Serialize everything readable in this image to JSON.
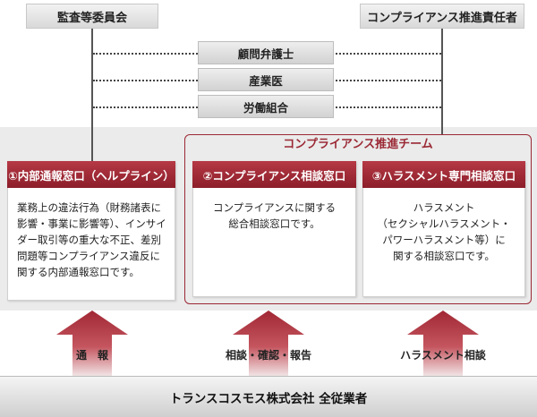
{
  "top": {
    "audit_committee": "監査等委員会",
    "compliance_officer": "コンプライアンス推進責任者"
  },
  "advisors": [
    "顧問弁護士",
    "産業医",
    "労働組合"
  ],
  "team_title": "コンプライアンス推進チーム",
  "windows": [
    {
      "title": "①内部通報窓口（ヘルプライン）",
      "body": "業務上の違法行為（財務諸表に影響・事業に影響等）、インサイダー取引等の重大な不正、差別問題等コンプライアンス違反に関する内部通報窓口です。"
    },
    {
      "title": "②コンプライアンス相談窓口",
      "body": "コンプライアンスに関する\n総合相談窓口です。"
    },
    {
      "title": "③ハラスメント専門相談窓口",
      "body": "ハラスメント\n（セクシャルハラスメント・\nパワーハラスメント等）に\n関する相談窓口です。"
    }
  ],
  "arrows": [
    "通　報",
    "相談・確認・報告",
    "ハラスメント相談"
  ],
  "footer": "トランスコスモス株式会社 全従業者",
  "colors": {
    "accent": "#9b2935",
    "arrow": "#a12834",
    "band": "#ebebeb"
  }
}
